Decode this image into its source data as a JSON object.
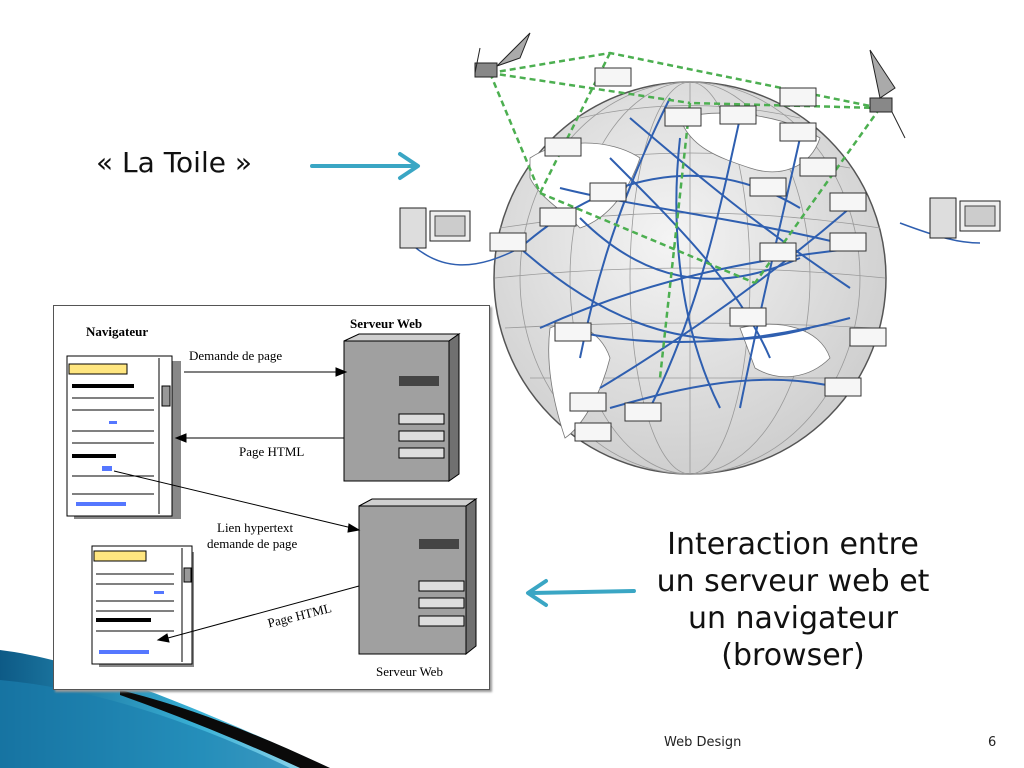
{
  "slide": {
    "toile_label": "« La Toile »",
    "caption_lines": [
      "Interaction entre",
      "un serveur web et",
      "un navigateur",
      "(browser)"
    ],
    "footer_title": "Web Design",
    "page_number": "6"
  },
  "diagram": {
    "navigateur_label": "Navigateur",
    "serveur_top_label": "Serveur Web",
    "serveur_bottom_label": "Serveur Web",
    "demande_label": "Demande de page",
    "page_html_top_label": "Page HTML",
    "lien_label_line1": "Lien hypertext",
    "lien_label_line2": "demande de page",
    "page_html_bottom_label": "Page HTML"
  },
  "colors": {
    "arrow": "#3aa6c4",
    "globe_lines": "#2f5fb0",
    "satellite_links": "#4caf50",
    "wave_dark": "#0d4f73",
    "wave_light": "#3ab1d6"
  }
}
